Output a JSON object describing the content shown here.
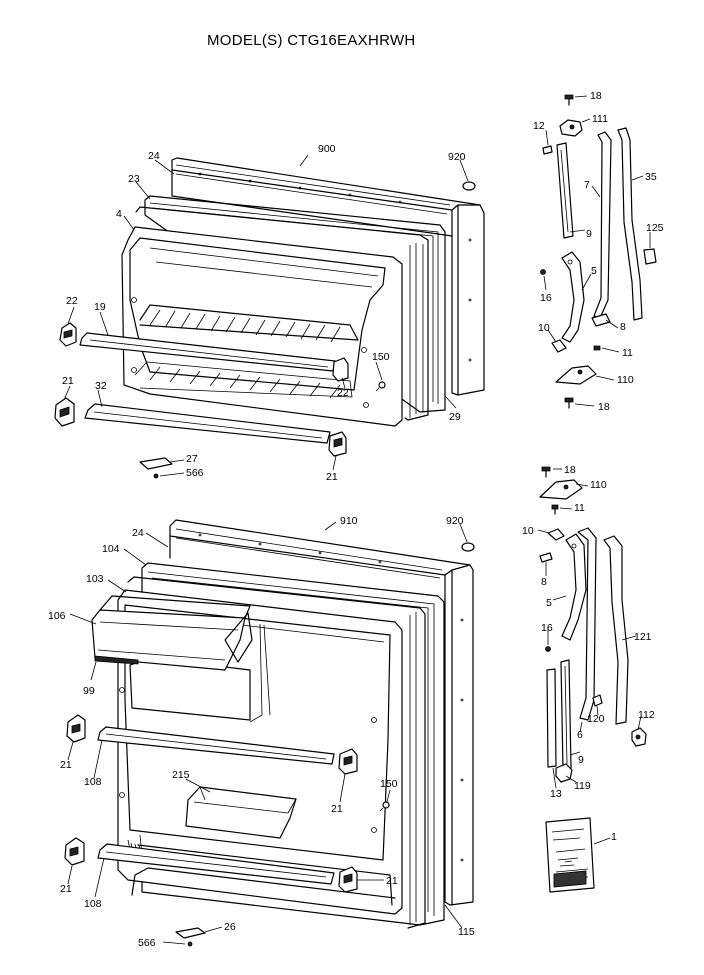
{
  "title": "MODEL(S) CTG16EAXHRWH",
  "labels": {
    "freezer": {
      "l900": "900",
      "l920": "920",
      "l24": "24",
      "l23": "23",
      "l4": "4",
      "l22a": "22",
      "l19": "19",
      "l21a": "21",
      "l32": "32",
      "l150": "150",
      "l22b": "22",
      "l29": "29",
      "l21b": "21",
      "l27": "27",
      "l566": "566"
    },
    "fresh": {
      "l910": "910",
      "l920": "920",
      "l24": "24",
      "l104": "104",
      "l103": "103",
      "l106": "106",
      "l99": "99",
      "l21a": "21",
      "l108a": "108",
      "l215": "215",
      "l21b": "21",
      "l150": "150",
      "l21c": "21",
      "l108b": "108",
      "l21d": "21",
      "l566": "566",
      "l26": "26",
      "l115": "115"
    },
    "hinge_top": {
      "l18a": "18",
      "l12": "12",
      "l111": "111",
      "l7": "7",
      "l35": "35",
      "l9": "9",
      "l125": "125",
      "l16": "16",
      "l5": "5",
      "l10": "10",
      "l8": "8",
      "l11": "11",
      "l110": "110",
      "l18b": "18"
    },
    "hinge_bottom": {
      "l18": "18",
      "l110": "110",
      "l11": "11",
      "l10": "10",
      "l8": "8",
      "l5": "5",
      "l121": "121",
      "l16": "16",
      "l112": "112",
      "l120": "120",
      "l6": "6",
      "l9": "9",
      "l13": "13",
      "l119": "119",
      "l1": "1"
    }
  }
}
